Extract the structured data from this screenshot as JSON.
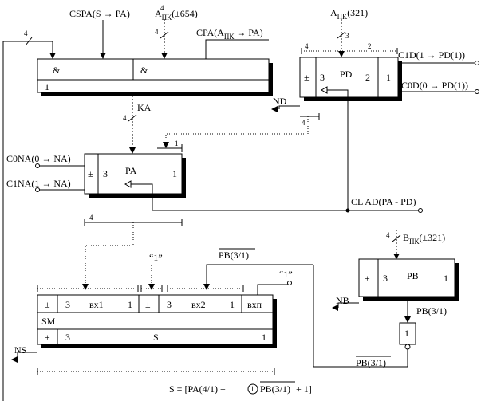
{
  "signals": {
    "cspa": "CSPA(S → PA)",
    "a_mantissa": "A",
    "a_mantissa_sub": "ПК",
    "a_mantissa_rest": "(±654)",
    "a_mantissa_sup": "4",
    "cpa": "CPA(A",
    "cpa_sub": "ПК",
    "cpa_rest": " → PA)",
    "a_pk321": "A",
    "a_pk321_sub": "ПК",
    "a_pk321_rest": "(321)",
    "c1d": "C1D(1 → PD(1))",
    "c0d": "C0D(0 → PD(1))",
    "nd": "ND",
    "ka": "KA",
    "c0na": "C0NA(0 → NA)",
    "c1na": "C1NA(1 → NA)",
    "clad": "CL AD(PA - PD)",
    "b_pk": "B",
    "b_pk_sub": "ПК",
    "b_pk_rest": "(±321)",
    "pb31_over": "PB(3/1)",
    "quote_one_a": "“1”",
    "quote_one_b": "“1”",
    "nb": "NB",
    "pb31": "PB(3/1)",
    "pb31_bottom": "PB(3/1)",
    "ns": "NS",
    "formula_lhs": "S = [PA(4/1) +",
    "formula_circle": "1",
    "formula_pb": "PB(3/1)",
    "formula_tail": " + 1]"
  },
  "bus_widths": {
    "top_left": "4",
    "a_mantissa": "4",
    "a_pk321": "3",
    "pd_left": "4",
    "pd_right": "2",
    "ka": "4",
    "pd_out": "4",
    "pa_in": "1",
    "pa_out": "4",
    "b_pk": "4"
  },
  "blocks": {
    "and_gate": {
      "left_symbol": "&",
      "right_symbol": "&",
      "bit": "1"
    },
    "pd": {
      "sign": "±",
      "msb": "3",
      "name": "PD",
      "mid": "2",
      "lsb": "1"
    },
    "pa": {
      "sign": "±",
      "msb": "3",
      "name": "PA",
      "lsb": "1"
    },
    "pb": {
      "sign": "±",
      "msb": "3",
      "name": "PB",
      "lsb": "1"
    },
    "inverter": {
      "label": "1"
    },
    "sm": {
      "sign1": "±",
      "msb1": "3",
      "in1": "вх1",
      "lsb1": "1",
      "sign2": "±",
      "msb2": "3",
      "in2": "вх2",
      "lsb2": "1",
      "carry": "вхп",
      "name": "SM",
      "sign_out": "±",
      "msb_out": "3",
      "out": "S",
      "lsb_out": "1"
    }
  }
}
